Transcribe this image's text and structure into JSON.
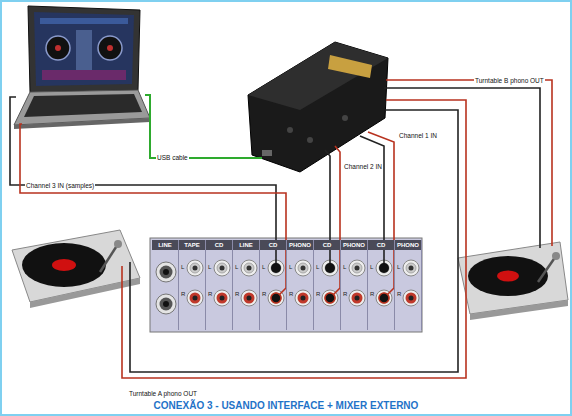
{
  "diagram": {
    "title": "CONEXÃO 3 - USANDO INTERFACE + MIXER EXTERNO",
    "nodes": [
      {
        "text": [
          "LINE"
        ]
      },
      {
        "text": [
          "TAPE",
          "L",
          "R"
        ]
      },
      {
        "text": [
          "CD",
          "L",
          "R"
        ]
      },
      {
        "text": [
          "LINE",
          "L",
          "R"
        ]
      },
      {
        "text": [
          "CD",
          "L",
          "R"
        ]
      },
      {
        "text": [
          "PHONO",
          "L",
          "R"
        ]
      },
      {
        "text": [
          "CD",
          "L",
          "R"
        ]
      },
      {
        "text": [
          "PHONO",
          "L",
          "R"
        ]
      },
      {
        "text": [
          "CD",
          "L",
          "R"
        ]
      },
      {
        "text": [
          "PHONO",
          "L",
          "R"
        ]
      }
    ],
    "labels": [
      "Turntable B phono OUT",
      "Channel 1 IN",
      "Channel 2 IN",
      "USB cable",
      "Channel 3 IN (samples)",
      "Turntable A phono OUT"
    ]
  }
}
